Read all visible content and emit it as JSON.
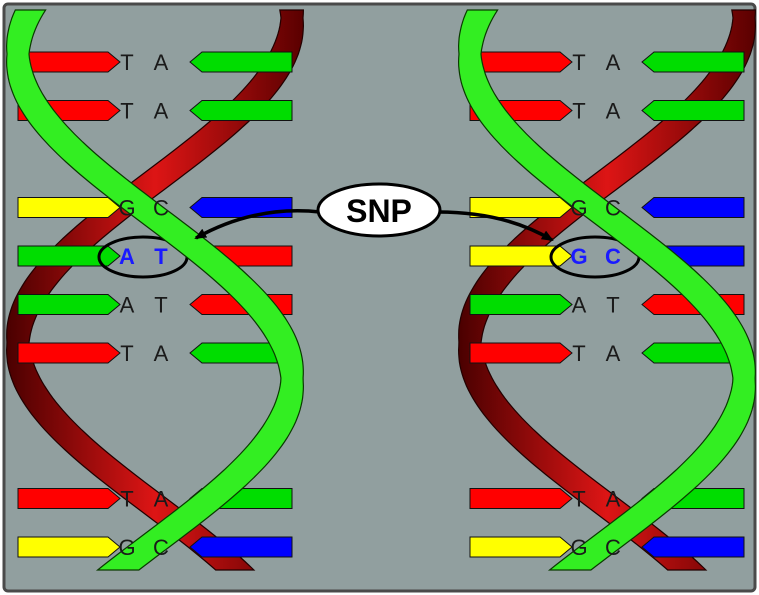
{
  "colors": {
    "background": "#919f9f",
    "frame": "#4a4a4a",
    "adenine": "#00dd00",
    "thymine": "#ff0000",
    "guanine": "#ffff00",
    "cytosine": "#0000ff",
    "strand_green": "#33ee22",
    "strand_red": "#cc1111",
    "highlight_text": "#1a1aff"
  },
  "callout": {
    "label": "SNP"
  },
  "helices": [
    {
      "id": "left",
      "pairs": [
        {
          "left": "T",
          "right": "A"
        },
        {
          "left": "T",
          "right": "A"
        },
        {
          "left": "",
          "right": ""
        },
        {
          "left": "G",
          "right": "C"
        },
        {
          "left": "A",
          "right": "T",
          "highlight": true
        },
        {
          "left": "A",
          "right": "T"
        },
        {
          "left": "T",
          "right": "A"
        },
        {
          "left": "",
          "right": ""
        },
        {
          "left": "",
          "right": ""
        },
        {
          "left": "T",
          "right": "A"
        },
        {
          "left": "G",
          "right": "C"
        }
      ]
    },
    {
      "id": "right",
      "pairs": [
        {
          "left": "T",
          "right": "A"
        },
        {
          "left": "T",
          "right": "A"
        },
        {
          "left": "",
          "right": ""
        },
        {
          "left": "G",
          "right": "C"
        },
        {
          "left": "G",
          "right": "C",
          "highlight": true
        },
        {
          "left": "A",
          "right": "T"
        },
        {
          "left": "T",
          "right": "A"
        },
        {
          "left": "",
          "right": ""
        },
        {
          "left": "",
          "right": ""
        },
        {
          "left": "T",
          "right": "A"
        },
        {
          "left": "G",
          "right": "C"
        }
      ]
    }
  ]
}
